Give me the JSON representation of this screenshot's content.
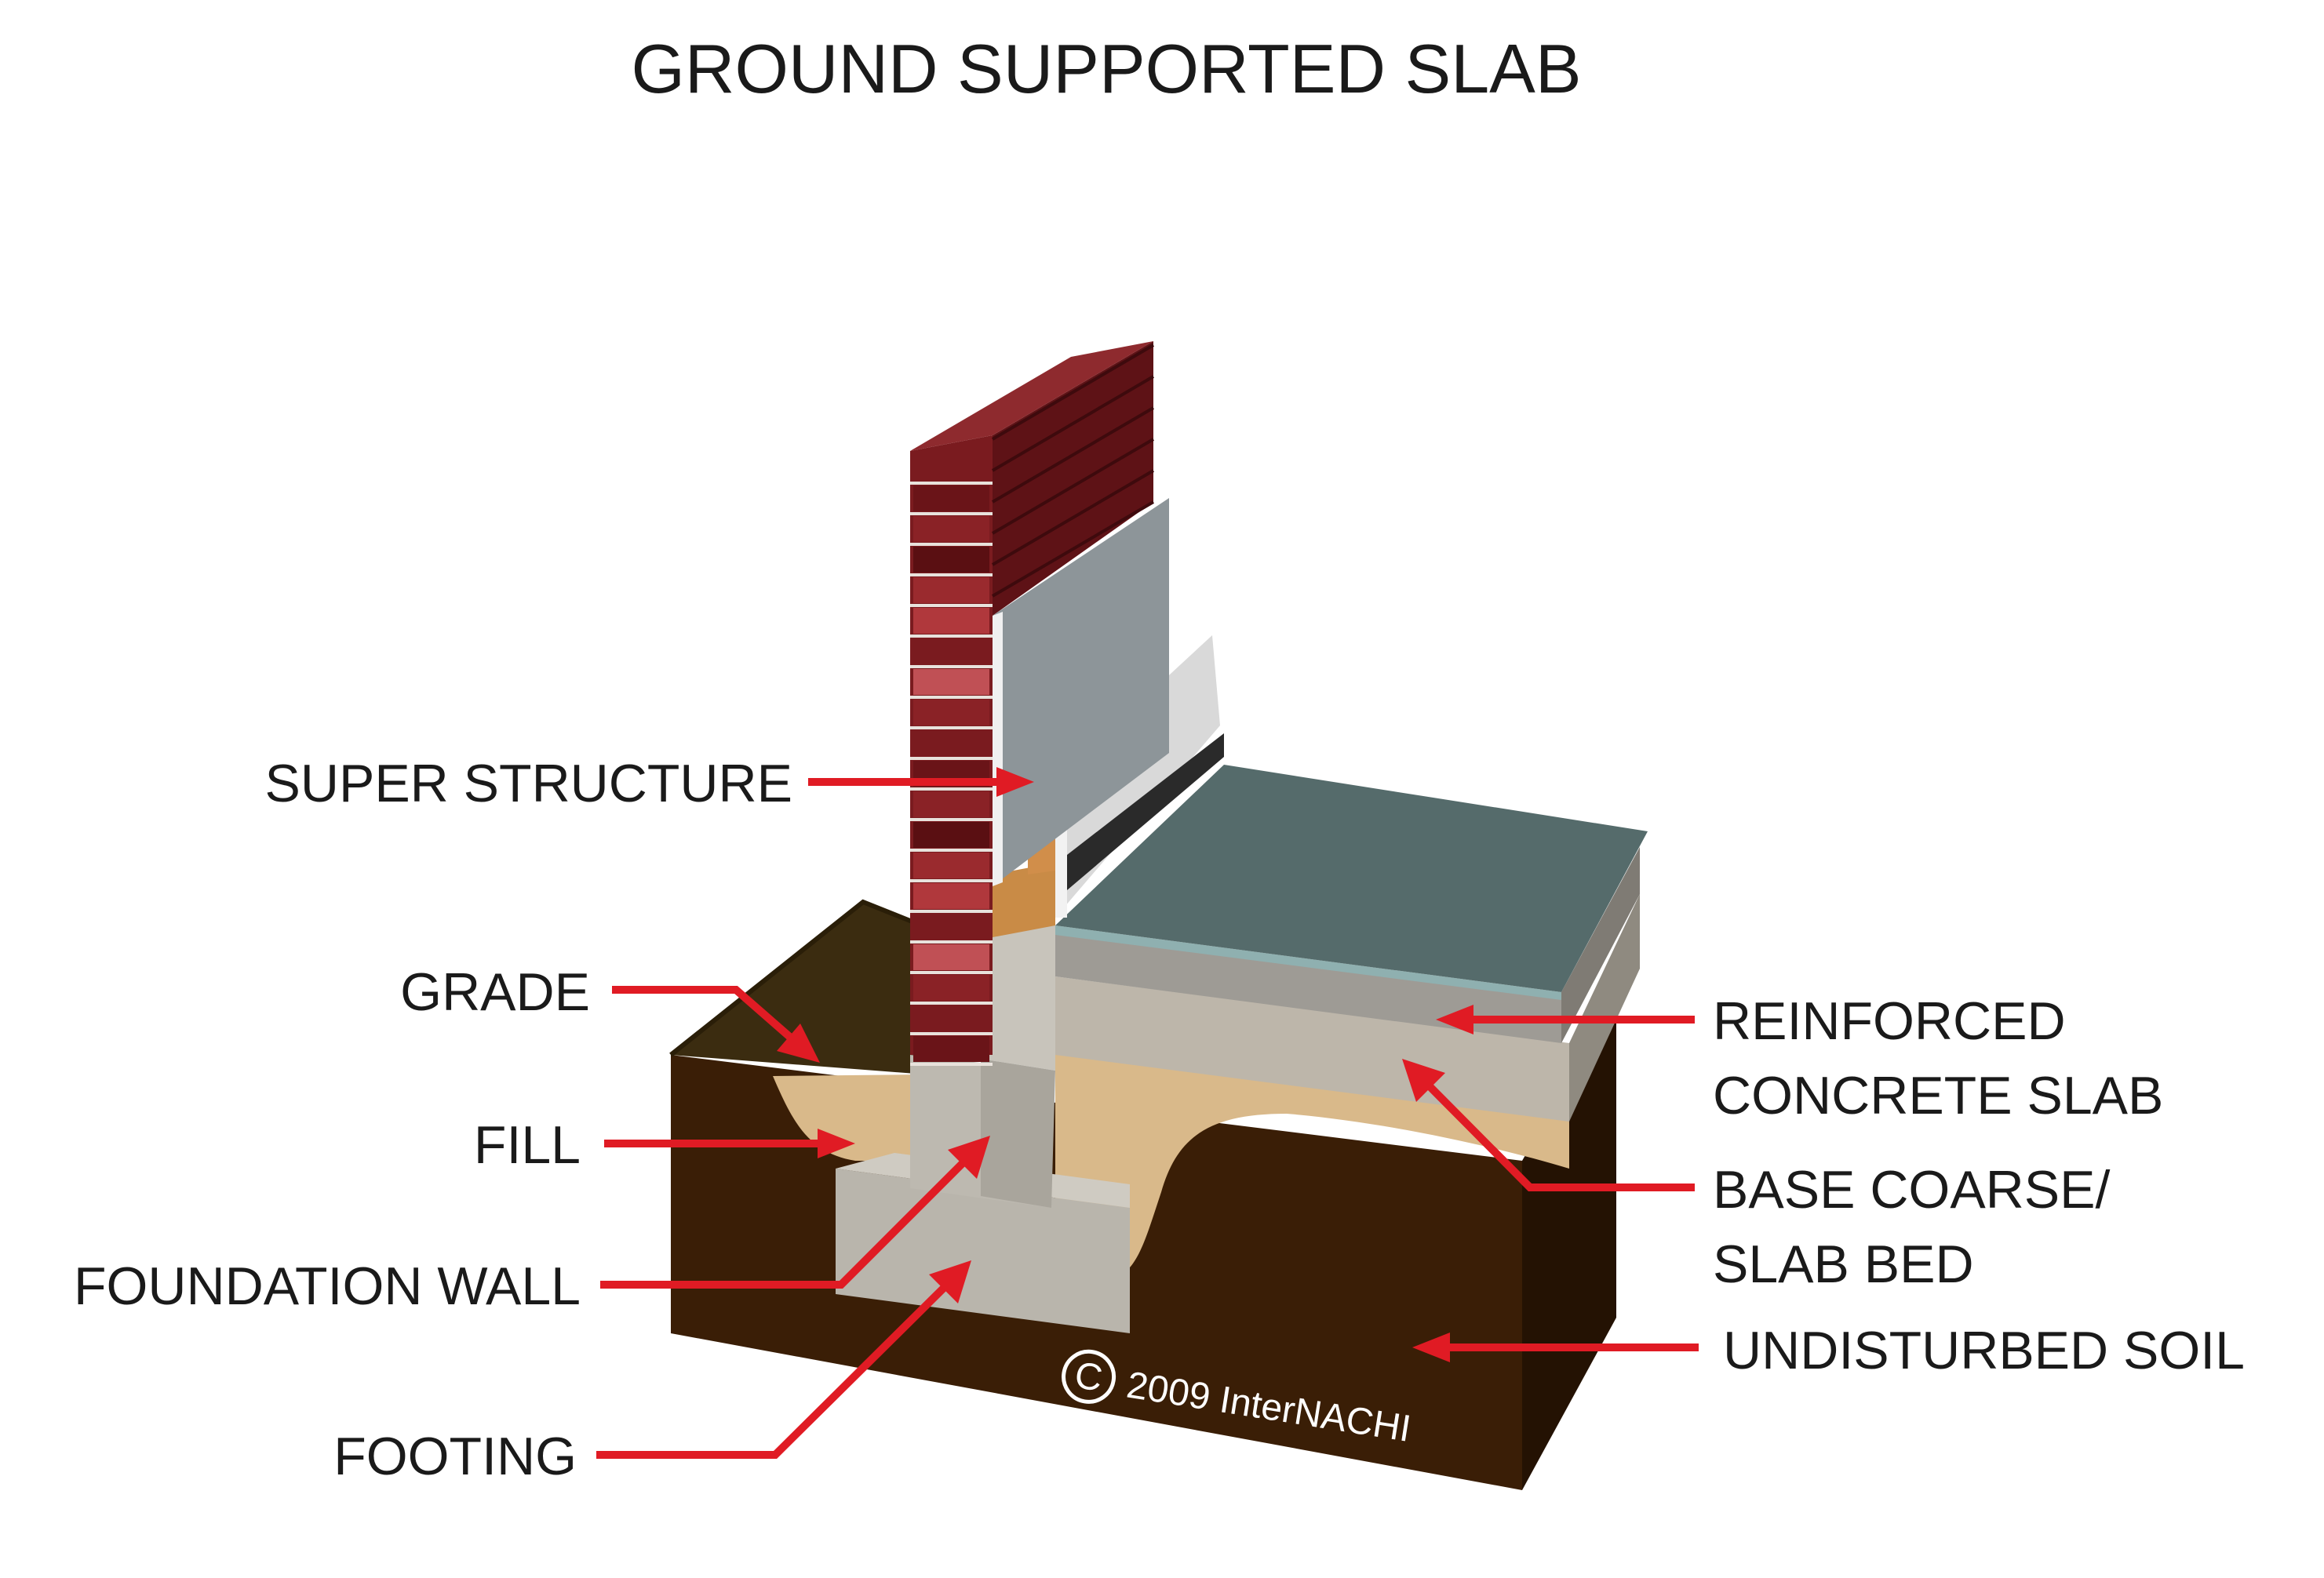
{
  "title": "GROUND SUPPORTED SLAB",
  "labels": {
    "super_structure": "SUPER STRUCTURE",
    "grade": "GRADE",
    "fill": "FILL",
    "foundation_wall": "FOUNDATION WALL",
    "footing": "FOOTING",
    "slab_line1": "REINFORCED",
    "slab_line2": "CONCRETE SLAB",
    "base_line1": "BASE COARSE/",
    "base_line2": "SLAB BED",
    "undisturbed_soil": "UNDISTURBED SOIL"
  },
  "watermark": {
    "symbol": "C",
    "text": "2009  InterNACHI"
  },
  "colors": {
    "arrow": "#e01b24",
    "soil": "#3a1e06",
    "fill": "#d9b98a",
    "concrete": "#c3bfb6",
    "slab": "#556b6b",
    "brick": "#7a1b1f"
  }
}
